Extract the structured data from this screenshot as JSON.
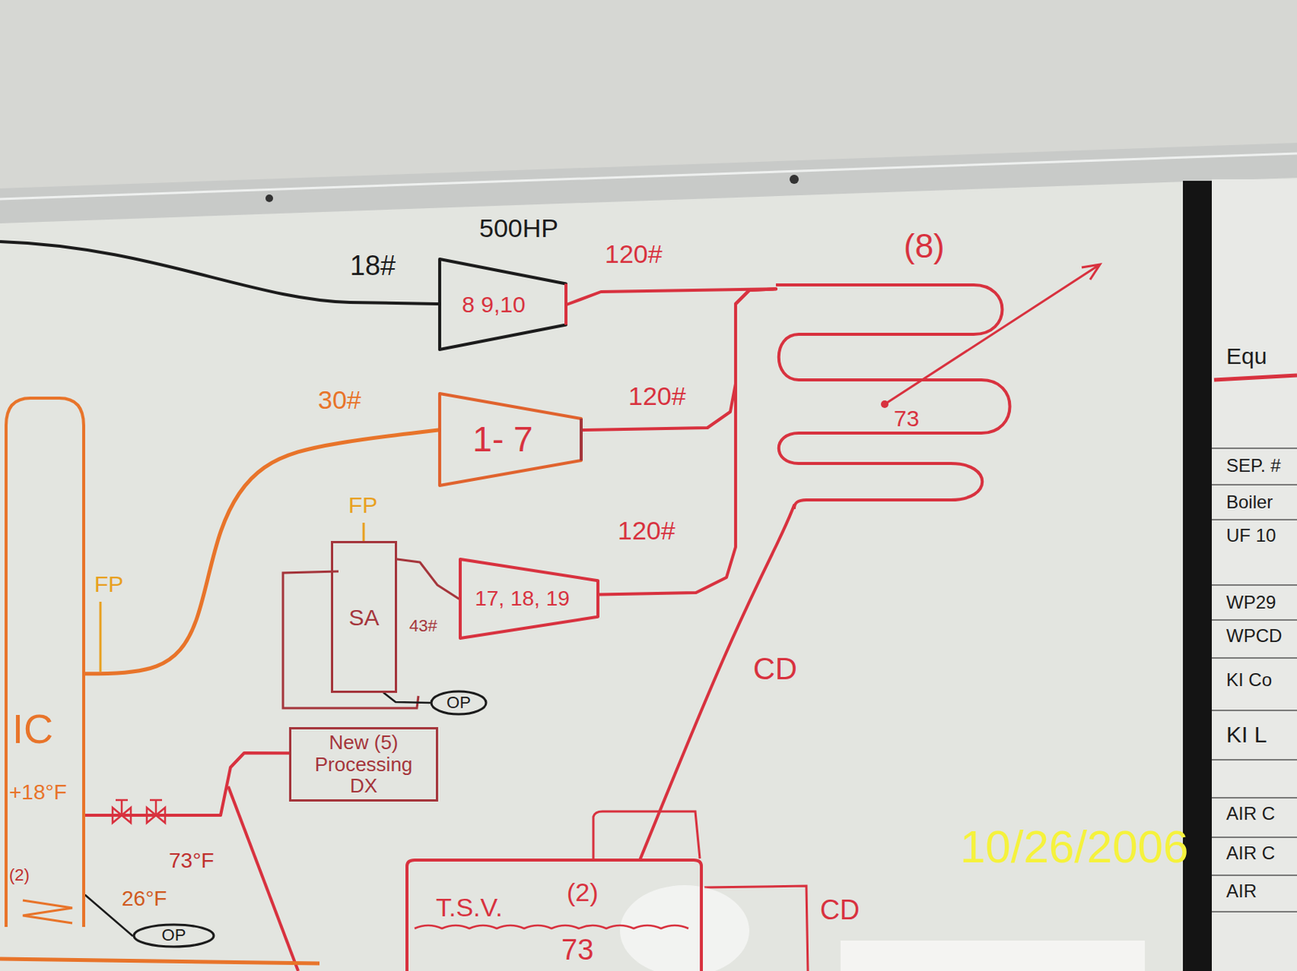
{
  "diagram": {
    "nodes": [
      {
        "text": [
          "8 9,10"
        ]
      },
      {
        "text": [
          "(8)",
          "73"
        ]
      },
      {
        "text": [
          "1- 7"
        ]
      },
      {
        "text": [
          "SA"
        ]
      },
      {
        "text": [
          "17, 18, 19"
        ]
      },
      {
        "text": [
          "OP"
        ]
      },
      {
        "text": [
          "IC"
        ]
      },
      {
        "text": [
          "New (5) Processing DX"
        ]
      },
      {
        "text": [
          "T.S.V.",
          "(2)",
          "73"
        ]
      },
      {
        "text": [
          "OP"
        ]
      }
    ],
    "edges": [
      {
        "from": 0,
        "to": 1,
        "arrow": "none",
        "label": "120#"
      },
      {
        "from": 2,
        "to": 1,
        "arrow": "none",
        "label": "120#"
      },
      {
        "from": 4,
        "to": 1,
        "arrow": "none",
        "label": "120#"
      },
      {
        "from": 1,
        "to": 8,
        "arrow": "none",
        "label": "CD"
      },
      {
        "from": 6,
        "to": 2,
        "arrow": "none",
        "label": "30#"
      },
      {
        "from": 3,
        "to": 4,
        "arrow": "none",
        "label": "43#"
      },
      {
        "from": 3,
        "to": 5,
        "arrow": "none"
      },
      {
        "from": 6,
        "to": 9,
        "arrow": "none"
      },
      {
        "from": 6,
        "to": 7,
        "arrow": "none"
      }
    ],
    "labels": [
      "500HP",
      "18#",
      "FP",
      "FP",
      "+18°F",
      "(2)",
      "73°F",
      "26°F",
      "CD",
      "Equ",
      "SEP. #",
      "Boiler",
      "UF 10",
      "WP29",
      "WPCD",
      "KI Co",
      "KI L",
      "AIR C",
      "AIR C",
      "AIR",
      "10/26/2006"
    ]
  }
}
